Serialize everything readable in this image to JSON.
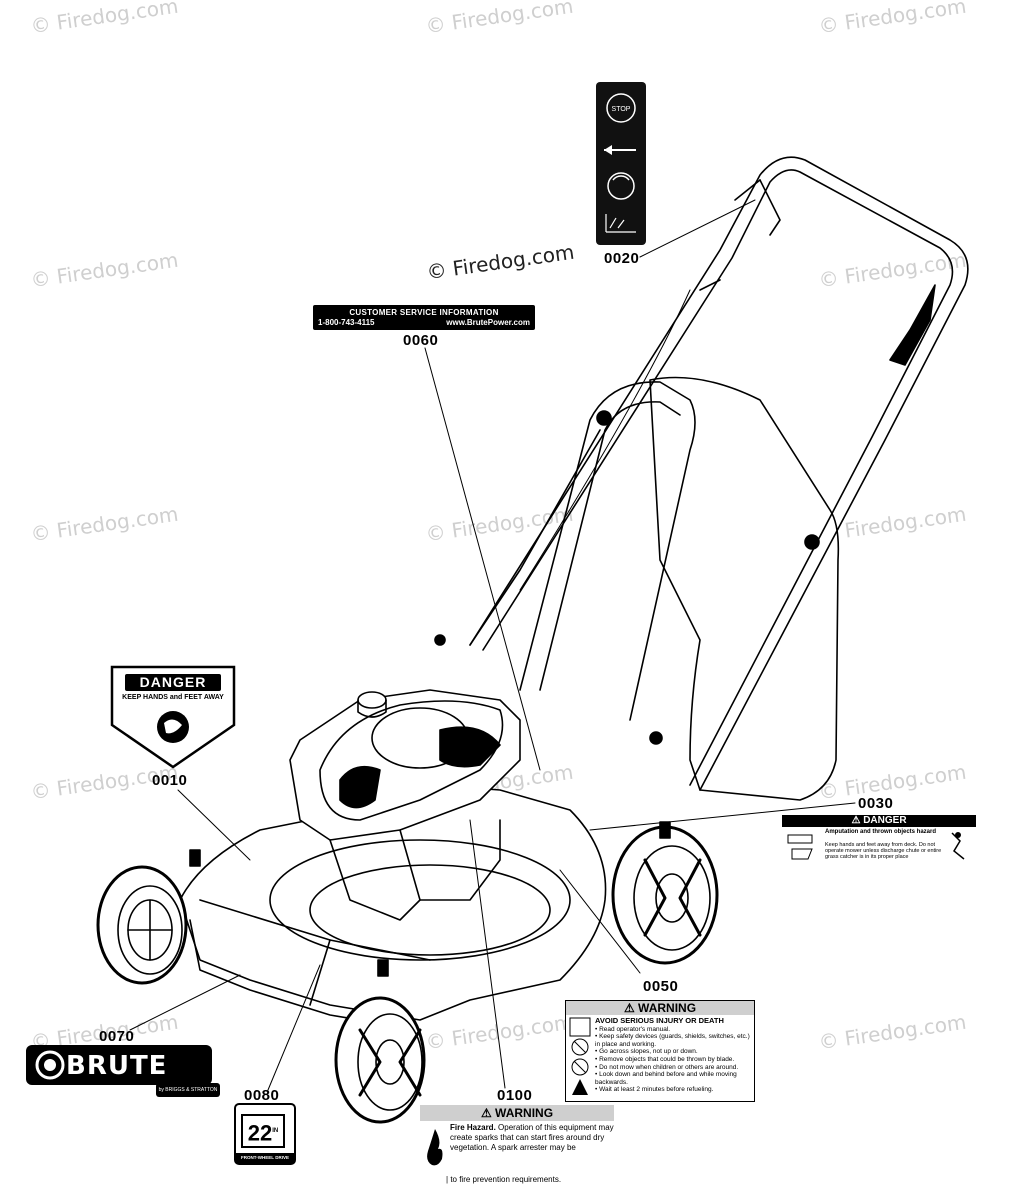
{
  "watermark": "© Firedog.com",
  "center_watermark": "© Firedog.com",
  "parts": {
    "p0010": "0010",
    "p0020": "0020",
    "p0030": "0030",
    "p0050": "0050",
    "p0060": "0060",
    "p0070": "0070",
    "p0080": "0080",
    "p0100": "0100"
  },
  "decals": {
    "customer_service": {
      "title": "CUSTOMER SERVICE INFORMATION",
      "phone": "1-800-743-4115",
      "url": "www.BrutePower.com"
    },
    "stop": {
      "label": "STOP"
    },
    "danger_hands": {
      "header": "DANGER",
      "subtitle": "KEEP HANDS and FEET AWAY"
    },
    "danger_objects": {
      "header": "DANGER",
      "line1": "Amputation and thrown objects hazard",
      "line2": "Keep hands and feet away from deck. Do not operate mower unless discharge chute or entire grass catcher is in its proper place"
    },
    "warning_injury": {
      "header": "WARNING",
      "title": "AVOID SERIOUS INJURY OR DEATH",
      "items": [
        "Read operator's manual.",
        "Keep safety devices (guards, shields, switches, etc.) in place and working.",
        "Go across slopes, not up or down.",
        "Remove objects that could be thrown by blade.",
        "Do not mow when children or others are around.",
        "Look down and behind before and while moving backwards.",
        "Wait at least 2 minutes before refueling."
      ]
    },
    "warning_fire": {
      "header": "WARNING",
      "title": "Fire Hazard.",
      "body": "Operation of this equipment may create sparks that can start fires around dry vegetation. A spark arrester may be",
      "footer": "to fire prevention requirements."
    },
    "brute": {
      "word": "BRUTE",
      "by": "by BRIGGS & STRATTON"
    },
    "badge": {
      "number": "22",
      "unit": "IN",
      "footer": "FRONT-WHEEL DRIVE"
    }
  }
}
